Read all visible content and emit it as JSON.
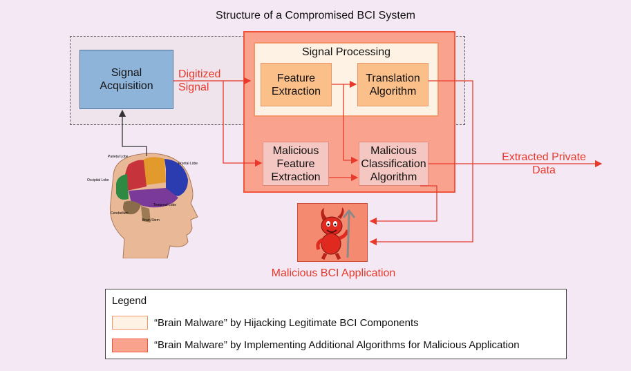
{
  "title": "Structure of a Compromised BCI System",
  "signal_processing_title": "Signal Processing",
  "boxes": {
    "signal_acquisition": "Signal\nAcquisition",
    "feature_extraction": "Feature\nExtraction",
    "translation_algorithm": "Translation\nAlgorithm",
    "malicious_feature_extraction": "Malicious\nFeature\nExtraction",
    "malicious_classification_algorithm": "Malicious\nClassification\nAlgorithm"
  },
  "labels": {
    "digitized_signal": "Digitized\nSignal",
    "extracted_private_data": "Extracted Private\nData",
    "malicious_bci_application": "Malicious BCI Application"
  },
  "brain_labels": {
    "parietal": "Parietal Lobe",
    "frontal": "Frontal Lobe",
    "occipital": "Occipital Lobe",
    "temporal": "Temporal Lobe",
    "cerebellum": "Cerebellum",
    "brain_stem": "Brain Stem"
  },
  "legend": {
    "title": "Legend",
    "items": [
      "“Brain Malware” by Hijacking Legitimate BCI Components",
      "“Brain Malware” by Implementing Additional Algorithms for Malicious Application"
    ]
  },
  "colors": {
    "arrow_red": "#e8392a",
    "hijack_fill": "#fdf2e3",
    "malicious_fill": "#f9a38f",
    "acquisition_fill": "#8fb4d9"
  }
}
